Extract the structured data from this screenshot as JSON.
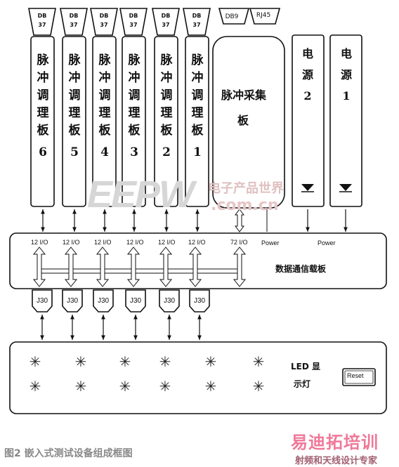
{
  "connectors_top": [
    "DB\n37",
    "DB\n37",
    "DB\n37",
    "DB\n37",
    "DB\n37",
    "DB\n37"
  ],
  "connector_db9": "DB9",
  "connector_rj45": "RJ45",
  "boards": [
    {
      "chars": [
        "脉",
        "冲",
        "调",
        "理",
        "板",
        "6"
      ]
    },
    {
      "chars": [
        "脉",
        "冲",
        "调",
        "理",
        "板",
        "5"
      ]
    },
    {
      "chars": [
        "脉",
        "冲",
        "调",
        "理",
        "板",
        "4"
      ]
    },
    {
      "chars": [
        "脉",
        "冲",
        "调",
        "理",
        "板",
        "3"
      ]
    },
    {
      "chars": [
        "脉",
        "冲",
        "调",
        "理",
        "板",
        "2"
      ]
    },
    {
      "chars": [
        "脉",
        "冲",
        "调",
        "理",
        "板",
        "1"
      ]
    }
  ],
  "pulse_collect": {
    "line1": "脉冲采集",
    "line2": "板"
  },
  "power2": {
    "chars": [
      "电",
      "源",
      "2"
    ]
  },
  "power1": {
    "chars": [
      "电",
      "源",
      "1"
    ]
  },
  "io_labels": [
    "12 I/O",
    "12 I/O",
    "12 I/O",
    "12 I/O",
    "12 I/O",
    "12 I/O",
    "72 I/O"
  ],
  "power_labels": [
    "Power",
    "Power"
  ],
  "carrier_board_label": "数据通信载板",
  "j30_labels": [
    "J30",
    "J30",
    "J30",
    "J30",
    "J30",
    "J30"
  ],
  "led_label_line1": "LED 显",
  "led_label_line2": "示灯",
  "reset_label": "Reset",
  "watermark": {
    "big": "EEPW",
    "cn": "电子产品世界",
    "url": ".com.cn"
  },
  "caption": "图2  嵌入式测试设备组成框图",
  "brand": {
    "name": "易迪拓培训",
    "sub": "射频和天线设计专家"
  }
}
